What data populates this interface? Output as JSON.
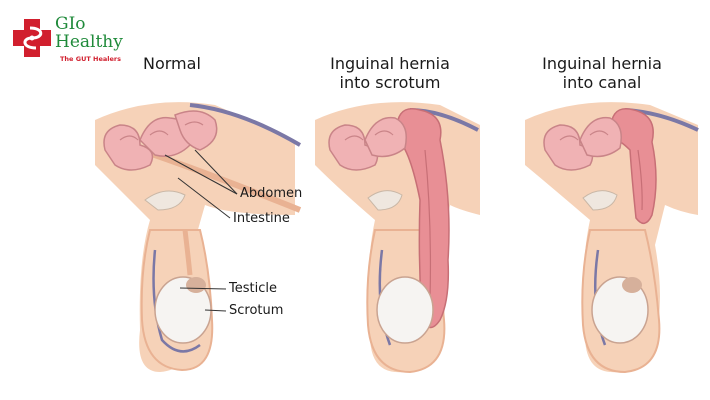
{
  "brand": {
    "line1": "GIo",
    "line2": "Healthy",
    "tagline": "The GUT Healers",
    "colors": {
      "green": "#1f8a3a",
      "red": "#d11f2e"
    }
  },
  "panels": [
    {
      "title": "Normal"
    },
    {
      "title_line1": "Inguinal hernia",
      "title_line2": "into scrotum"
    },
    {
      "title_line1": "Inguinal hernia",
      "title_line2": "into canal"
    }
  ],
  "labels": {
    "abdomen": "Abdomen",
    "intestine": "Intestine",
    "testicle": "Testicle",
    "scrotum": "Scrotum"
  },
  "colors": {
    "skin": "#f6d2b8",
    "skin_dark": "#e9b293",
    "intestine": "#f0b2b4",
    "hernia": "#e88f95",
    "membrane": "#7b78a6",
    "testicle": "#f6f4f2"
  }
}
